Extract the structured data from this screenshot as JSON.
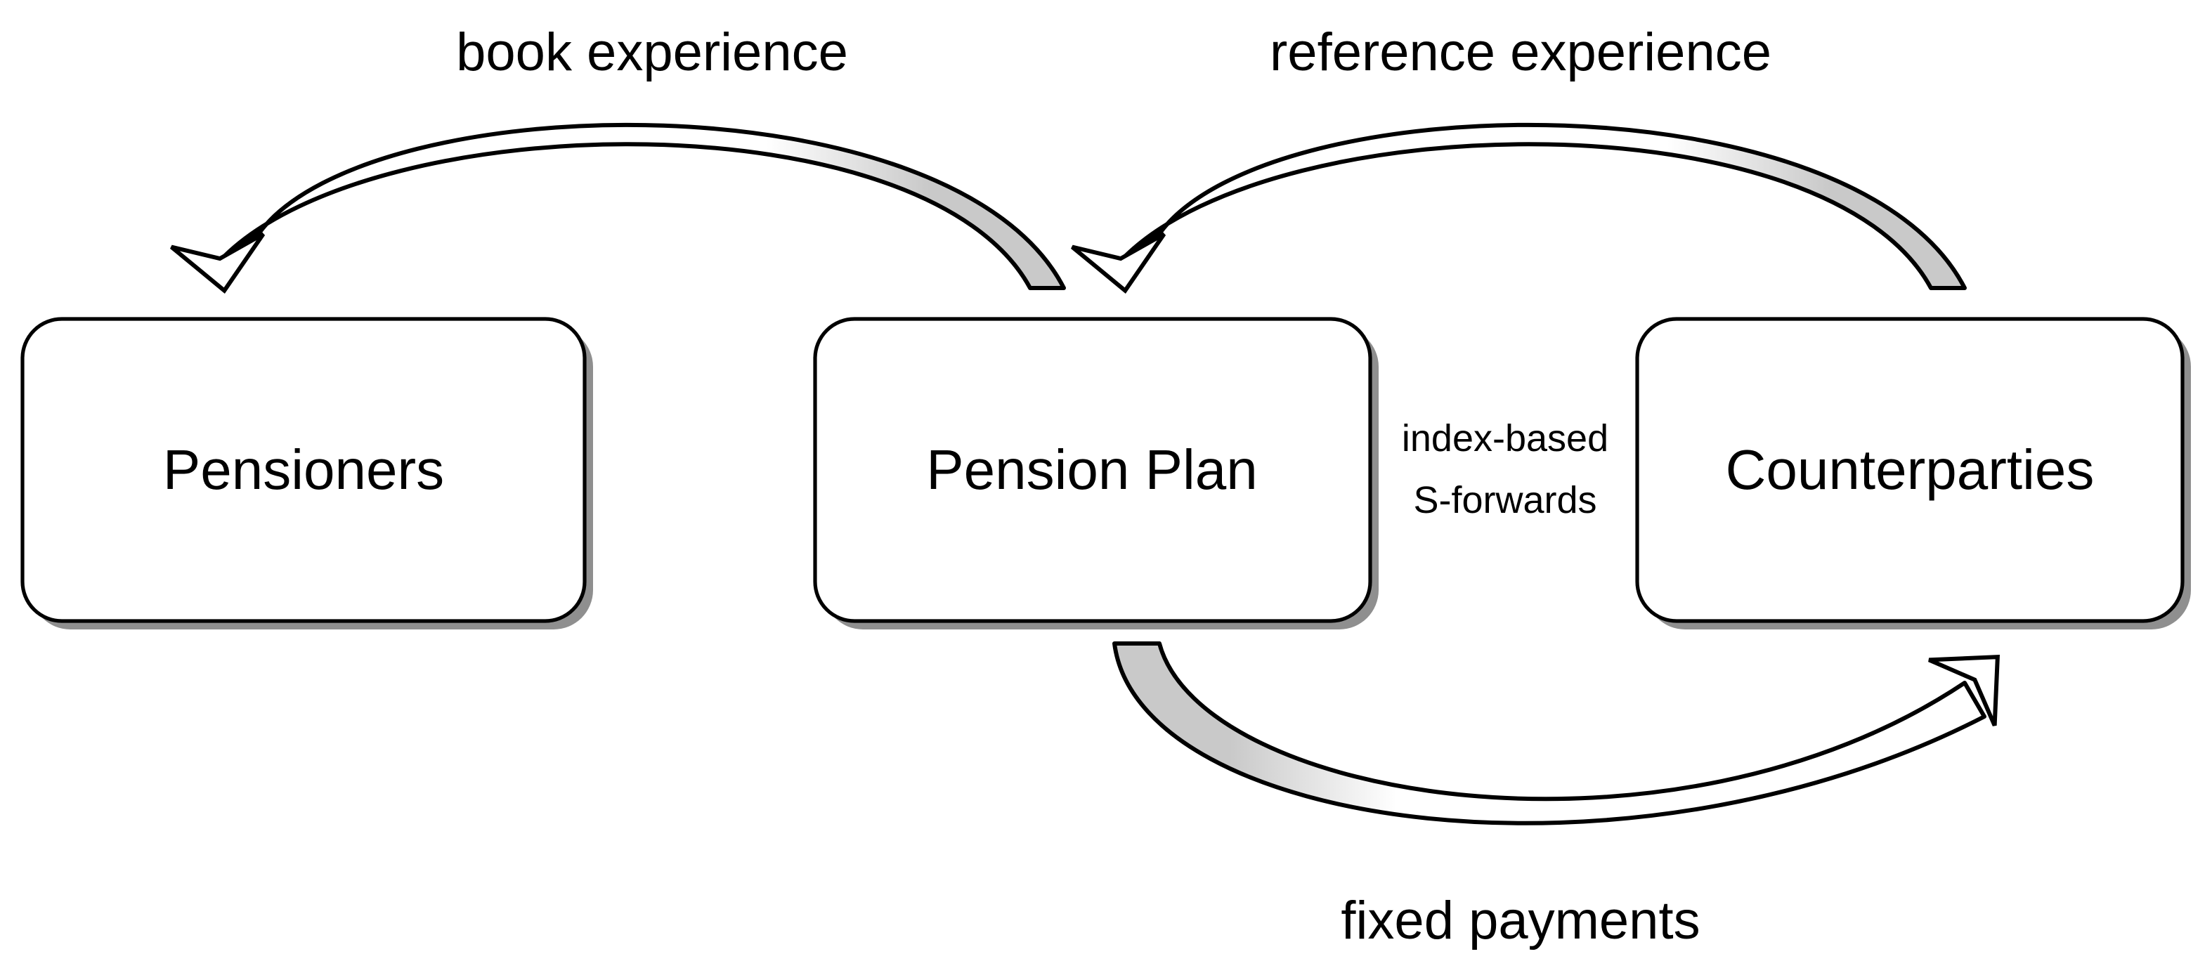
{
  "nodes": [
    {
      "id": "pensioners",
      "label": "Pensioners"
    },
    {
      "id": "pension-plan",
      "label": "Pension Plan"
    },
    {
      "id": "counterparties",
      "label": "Counterparties"
    }
  ],
  "edges": [
    {
      "id": "book-experience",
      "label": "book experience",
      "from": "Pension Plan",
      "to": "Pensioners"
    },
    {
      "id": "reference-experience",
      "label": "reference experience",
      "from": "Counterparties",
      "to": "Pension Plan"
    },
    {
      "id": "index-s-forwards",
      "label_line1": "index-based",
      "label_line2": "S-forwards",
      "between": "Pension Plan and Counterparties"
    },
    {
      "id": "fixed-payments",
      "label": "fixed payments",
      "from": "Pension Plan",
      "to": "Counterparties"
    }
  ],
  "colors": {
    "background": "#ffffff",
    "box_fill": "#ffffff",
    "box_border": "#000000",
    "box_shadow": "#8f8f8f",
    "arrow_outline": "#000000",
    "arrow_tail_fill": "#c9c9c9",
    "text": "#000000"
  }
}
